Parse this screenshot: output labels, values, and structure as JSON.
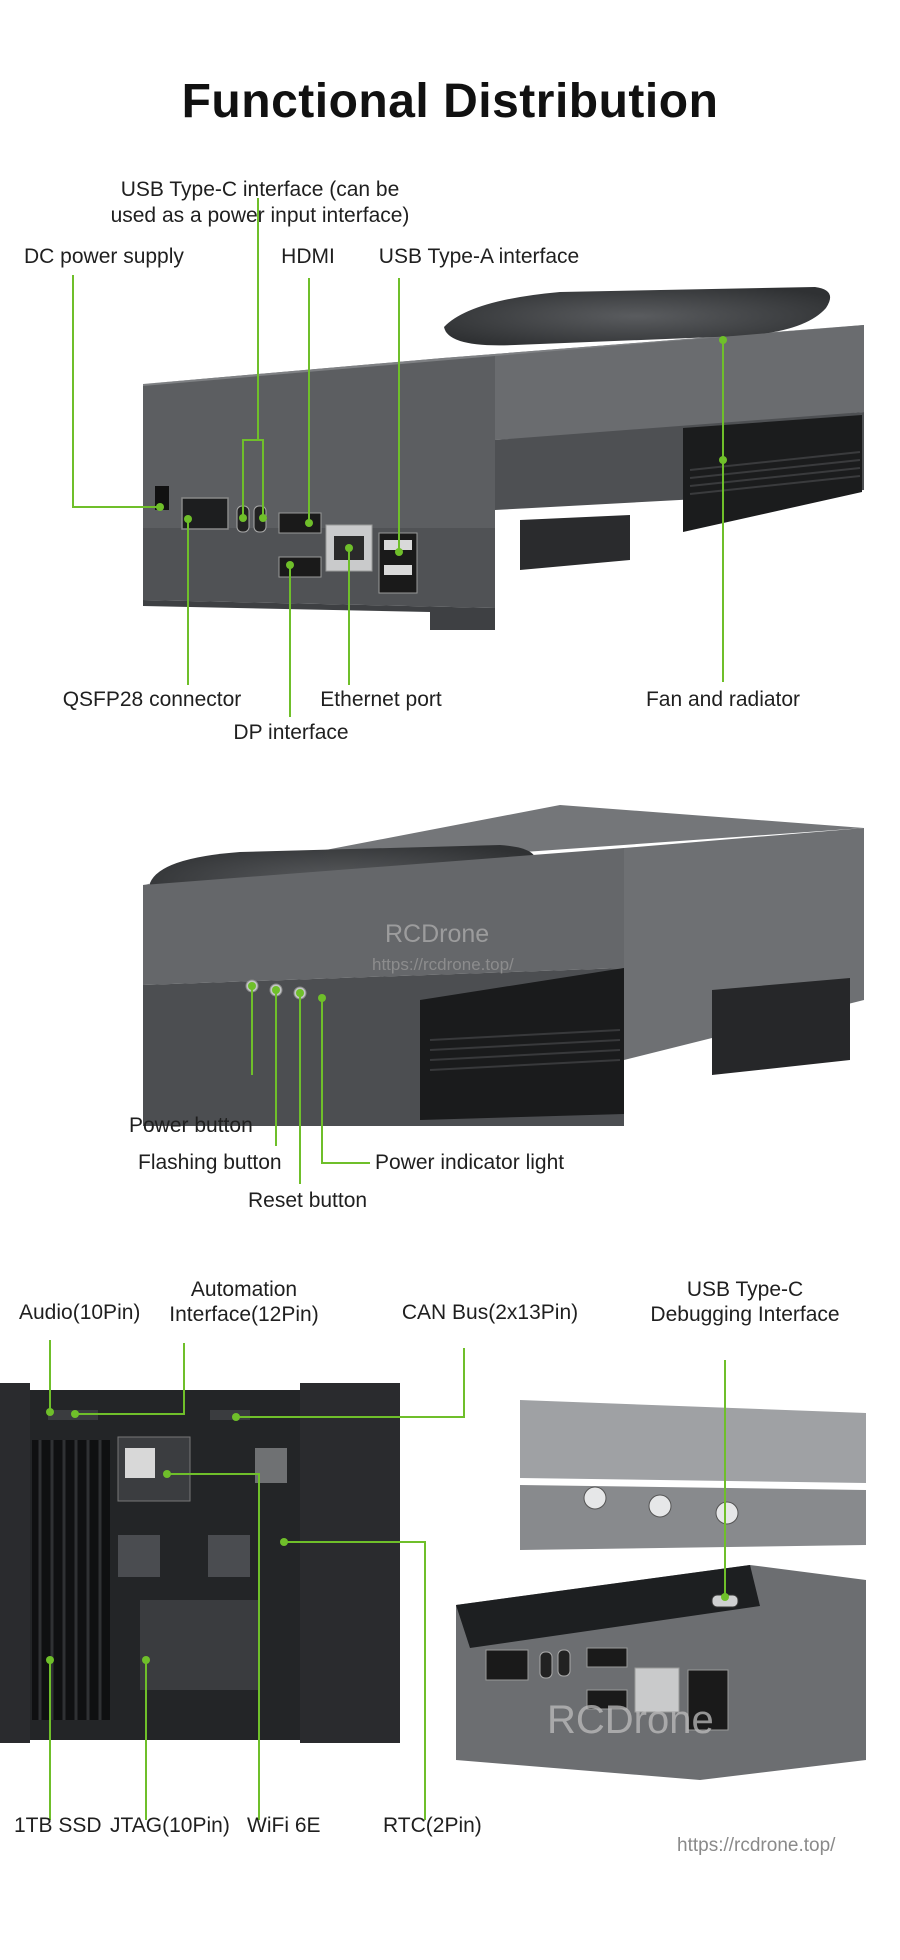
{
  "title": "Functional Distribution",
  "section1": {
    "usb_c_power": [
      "USB Type-C interface (can be",
      "used as a power input interface)"
    ],
    "dc_power": "DC power supply",
    "hdmi": "HDMI",
    "usb_a": "USB Type-A interface",
    "qsfp28": "QSFP28 connector",
    "ethernet": "Ethernet port",
    "fan": "Fan and radiator",
    "dp": "DP interface"
  },
  "section2": {
    "power_button": "Power button",
    "flashing_button": "Flashing button",
    "power_indicator": "Power indicator light",
    "reset_button": "Reset button",
    "watermark": "RCDrone",
    "watermark_url": "https://rcdrone.top/"
  },
  "section3": {
    "audio": "Audio(10Pin)",
    "automation": [
      "Automation",
      "Interface(12Pin)"
    ],
    "can_bus": "CAN Bus(2x13Pin)",
    "usb_c_debug": [
      "USB Type-C",
      "Debugging Interface"
    ],
    "ssd": "1TB SSD",
    "jtag": "JTAG(10Pin)",
    "wifi": "WiFi 6E",
    "rtc": "RTC(2Pin)",
    "watermark": "RCDrone",
    "watermark_url": "https://rcdrone.top/"
  },
  "colors": {
    "leader": "#6fbf2a",
    "body_dark": "#5b5d60",
    "body_light": "#777a7d",
    "pcb": "#2a2c2e"
  }
}
